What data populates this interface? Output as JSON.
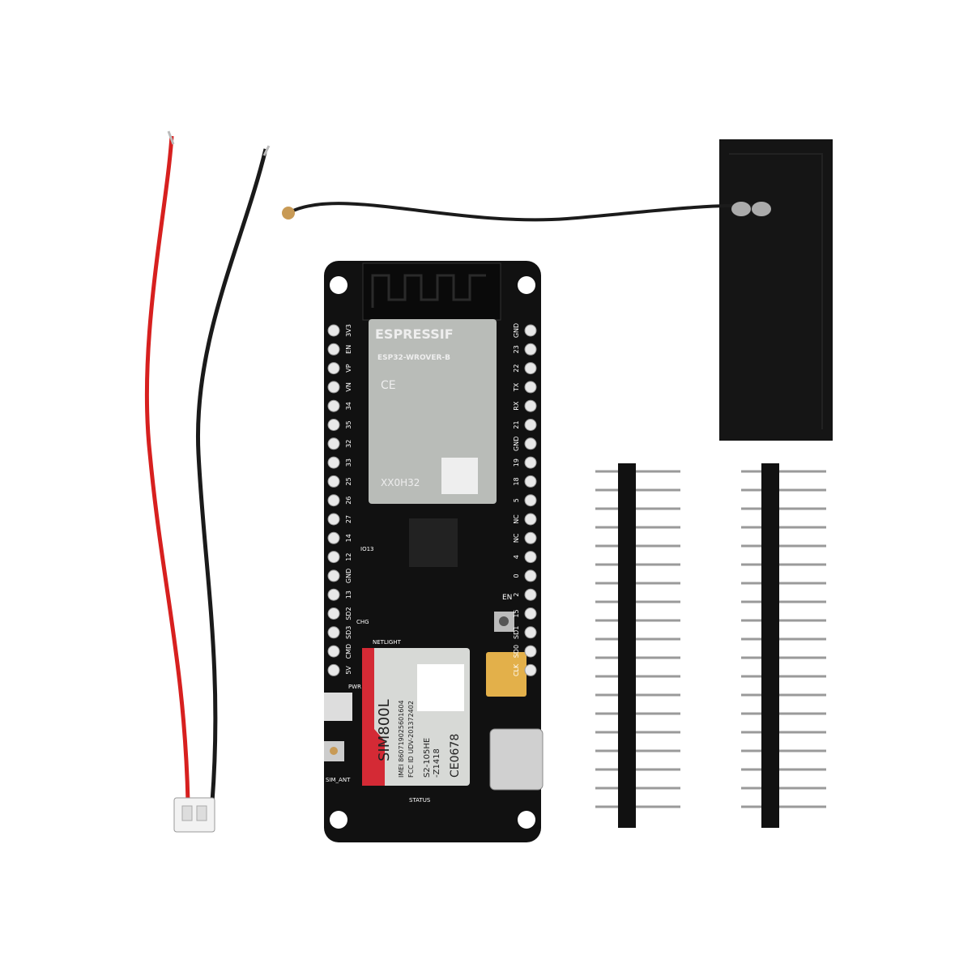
{
  "esp_module": {
    "brand": "ESPRESSIF",
    "model": "ESP32-WROVER-B",
    "code": "XX0H32"
  },
  "sim_module": {
    "model": "SIM800L",
    "imei": "IMEI 860719025601604",
    "fcc": "FCC ID UDV-201372402",
    "s2": "S2-105HE",
    "z": "-Z1418",
    "ce": "CE0678"
  },
  "board_labels": {
    "en": "EN",
    "chg": "CHG",
    "netlight": "NETLIGHT",
    "io13": "IO13",
    "pwr": "PWR",
    "sim_ant": "SIM_ANT",
    "status": "STATUS"
  },
  "left_pins": [
    "3V3",
    "EN",
    "VP",
    "VN",
    "34",
    "35",
    "32",
    "33",
    "25",
    "26",
    "27",
    "14",
    "12",
    "GND",
    "13",
    "SD2",
    "SD3",
    "CMD",
    "5V"
  ],
  "right_pins": [
    "GND",
    "23",
    "22",
    "TX",
    "RX",
    "21",
    "GND",
    "19",
    "18",
    "5",
    "NC",
    "NC",
    "4",
    "0",
    "2",
    "15",
    "SD1",
    "SD0",
    "CLK"
  ],
  "colors": {
    "pcb": "#111111",
    "wire_red": "#d7201f",
    "wire_black": "#1a1a1a",
    "module_shield": "#b9bcb8",
    "sim_red": "#d42a35",
    "tantalum": "#e3b04a"
  }
}
